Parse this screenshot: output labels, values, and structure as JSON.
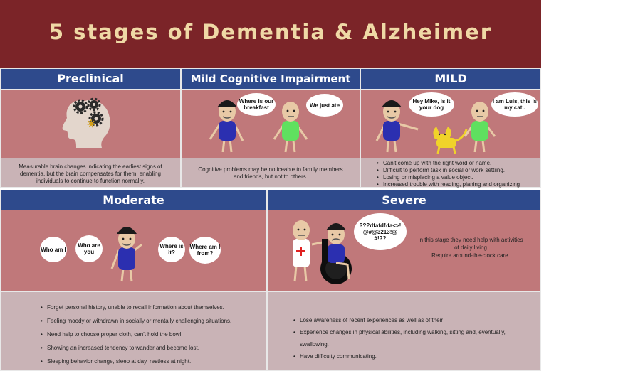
{
  "title": "5 stages of Dementia & Alzheimer",
  "stages": {
    "preclinical": {
      "header": "Preclinical",
      "description": "Measurable brain changes indicating the earliest signs of dementia, but the brain compensates for them, enabling individuals to continue to function normally."
    },
    "mci": {
      "header": "Mild Cognitive Impairment",
      "bubble_left": "Where is our breakfast",
      "bubble_right": "We just ate",
      "description": "Cognitive problems may be noticeable to family members and friends, but not to others."
    },
    "mild": {
      "header": "MILD",
      "bubble_left": "Hey Mike, is it your dog",
      "bubble_right": "I am Luis, this is my cat..",
      "bullets": [
        "Can't come up with the right word or name.",
        "Difficult to perform task in social or work settiing.",
        "Losing or misplacing a value object.",
        "Increased trouble with reading, planing and organizing"
      ]
    },
    "moderate": {
      "header": "Moderate",
      "bubbles": [
        "Who am I",
        "Who are you",
        "Where is it?",
        "Where am I from?"
      ],
      "bullets": [
        "Forget personal history, unable to recall information about themselves.",
        "Feeling moody or withdrawn in socially or mentally challenging situations.",
        "Need help to choose proper cloth, can't hold the bowl.",
        "Showing an increased tendency to wander and become lost.",
        "Sleeping behavior change, sleep at day, restless at night."
      ]
    },
    "severe": {
      "header": "Severe",
      "bubble": "???dfafdf-fa<>!@#@3213!@#!??",
      "note_line1": "In this stage they need help with activities of daily living",
      "note_line2": "Require around-the-clock care.",
      "bullets": [
        "Lose awareness of recent experiences as well as of their",
        "Experience changes in physical abilities, including walking, sitting and, eventually, swallowing.",
        "Have difficulty communicating."
      ]
    }
  }
}
